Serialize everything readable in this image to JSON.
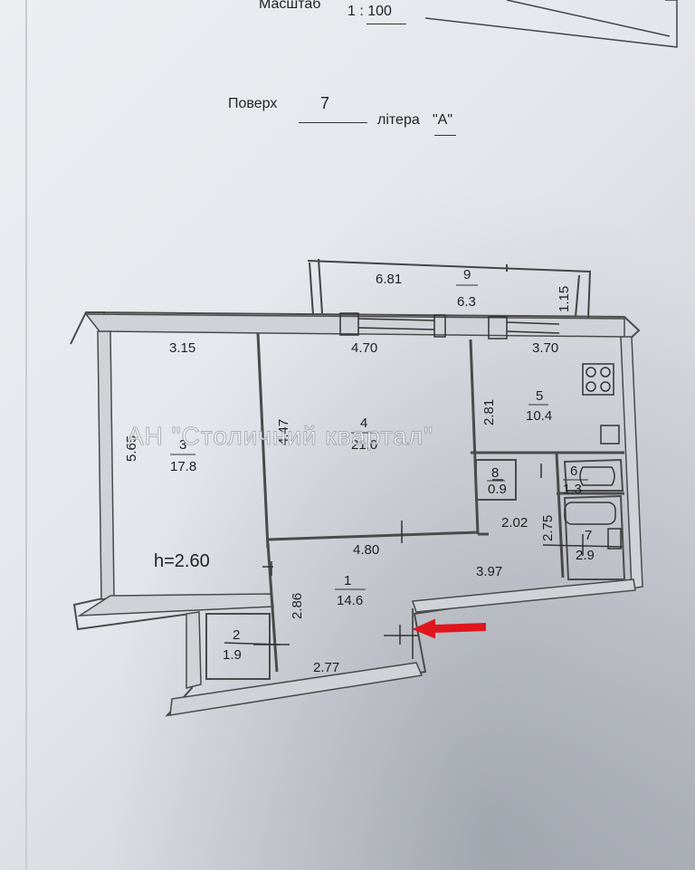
{
  "header": {
    "scale_label": "Масштаб",
    "scale_value": "1 : 100",
    "floor_label": "Поверх",
    "floor_value": "7",
    "letter_label": "літера",
    "letter_value": "\"А\""
  },
  "watermark": {
    "text": "АН \"Столичний квартал\""
  },
  "plan": {
    "height_note": "h=2.60",
    "rooms": [
      {
        "number": "1",
        "area": "14.6"
      },
      {
        "number": "2",
        "area": "1.9"
      },
      {
        "number": "3",
        "area": "17.8"
      },
      {
        "number": "4",
        "area": "21.0"
      },
      {
        "number": "5",
        "area": "10.4"
      },
      {
        "number": "6",
        "area": "1.3"
      },
      {
        "number": "7",
        "area": "2.9"
      },
      {
        "number": "8",
        "area": "0.9"
      },
      {
        "number": "9",
        "area": "6.3"
      }
    ],
    "dimensions": {
      "balcony_width": "6.81",
      "balcony_depth": "1.15",
      "room3_width": "3.15",
      "room3_length": "5.65",
      "room4_width": "4.70",
      "room4_length": "4.47",
      "room5_width": "3.70",
      "room5_length": "2.81",
      "corridor_width": "4.80",
      "corridor_length": "2.86",
      "hall_right_length": "3.97",
      "hall_bottom_width": "2.77",
      "wc_width": "2.02",
      "bath_length": "2.75"
    }
  },
  "colors": {
    "paper": "#e6e8ec",
    "wall": "#4a4a4a",
    "ink": "#1f1f1f",
    "arrow": "#e0161e"
  }
}
